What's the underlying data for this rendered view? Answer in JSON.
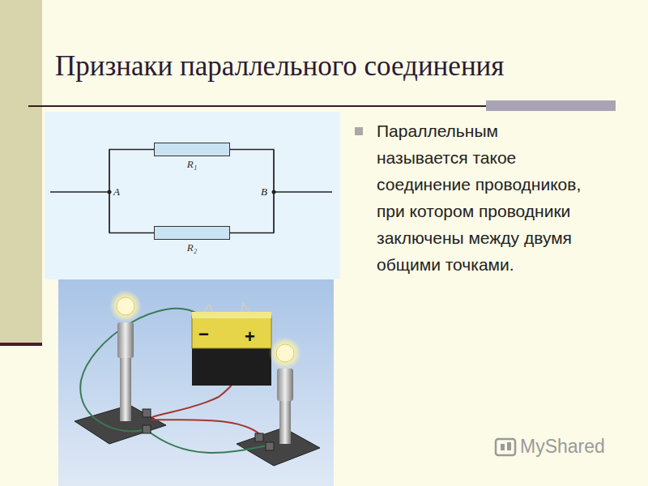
{
  "diagram": {
    "title": "Признаки параллельного соединения",
    "nodes": [
      {
        "text": [
          "R₁"
        ]
      },
      {
        "text": [
          "R₂"
        ]
      }
    ],
    "edges": [
      {
        "from": 0,
        "to": 1,
        "arrow": "none"
      },
      {
        "from": 0,
        "to": 1,
        "arrow": "none"
      }
    ],
    "labels": [
      "A",
      "B",
      "Параллельным называется такое соединение проводников, при котором проводники заключены между двумя общими точками.",
      "−",
      "+",
      "MyShared"
    ]
  }
}
